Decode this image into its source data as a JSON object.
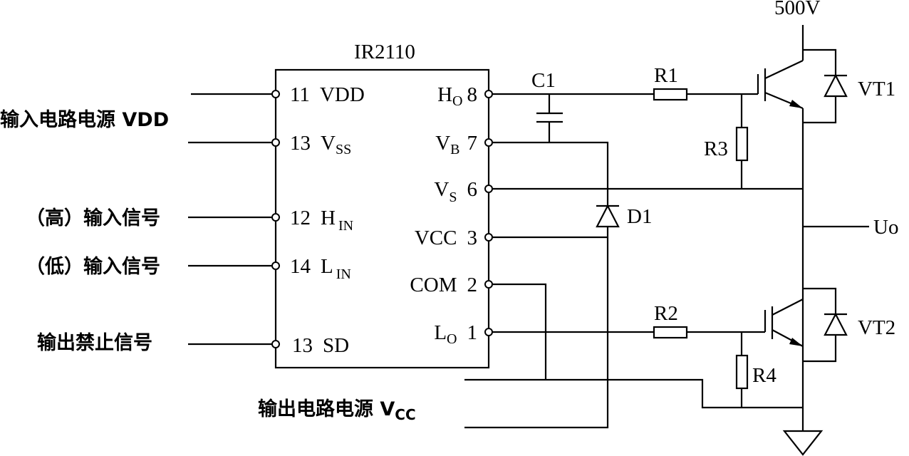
{
  "chip": {
    "name": "IR2110",
    "left_pins": [
      {
        "num": "11",
        "label": "VDD",
        "sub": ""
      },
      {
        "num": "13",
        "label": "V",
        "sub": "SS"
      },
      {
        "num": "12",
        "label": "H",
        "sub": "IN"
      },
      {
        "num": "14",
        "label": "L",
        "sub": "IN"
      },
      {
        "num": "13",
        "label": "SD",
        "sub": ""
      }
    ],
    "right_pins": [
      {
        "num": "8",
        "label": "H",
        "sub": "O"
      },
      {
        "num": "7",
        "label": "V",
        "sub": "B"
      },
      {
        "num": "6",
        "label": "V",
        "sub": "S"
      },
      {
        "num": "3",
        "label": "VCC",
        "sub": ""
      },
      {
        "num": "2",
        "label": "COM",
        "sub": ""
      },
      {
        "num": "1",
        "label": "L",
        "sub": "O"
      }
    ]
  },
  "inputs": {
    "vdd_supply": "输入电路电源 VDD",
    "high_input": "（高）输入信号",
    "low_input": "（低）输入信号",
    "shutdown": "输出禁止信号",
    "vcc_supply": "输出电路电源 V",
    "vcc_supply_sub": "CC"
  },
  "components": {
    "c1": "C1",
    "r1": "R1",
    "r2": "R2",
    "r3": "R3",
    "r4": "R4",
    "d1": "D1",
    "vt1": "VT1",
    "vt2": "VT2"
  },
  "rails": {
    "high_voltage": "500V",
    "output": "Uo"
  }
}
